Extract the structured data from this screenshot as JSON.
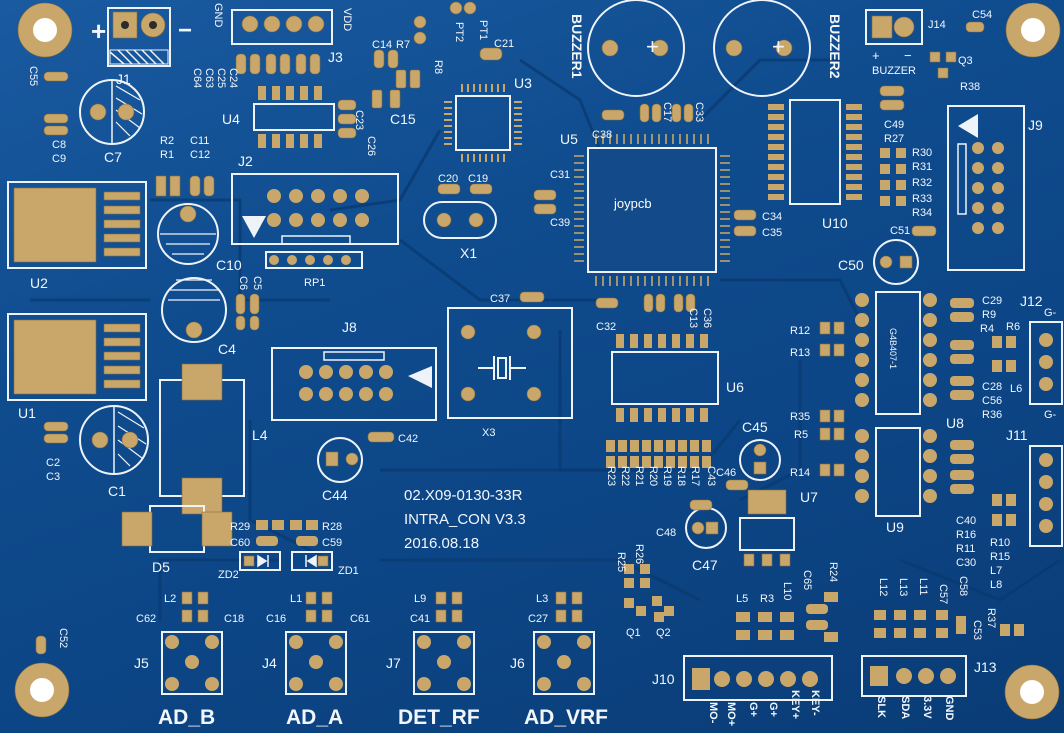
{
  "board": {
    "brand": "joypcb",
    "part_number": "02.X09-0130-33R",
    "product_name": "INTRA_CON V3.3",
    "date": "2016.08.18",
    "colors": {
      "soldermask": "#0f4c8e",
      "silkscreen": "#f2f6fb",
      "pad": "#c9a76a"
    }
  },
  "labels": {
    "J1": "J1",
    "J2": "J2",
    "J3": "J3",
    "J4": "J4",
    "J5": "J5",
    "J6": "J6",
    "J7": "J7",
    "J8": "J8",
    "J9": "J9",
    "J10": "J10",
    "J11": "J11",
    "J12": "J12",
    "J13": "J13",
    "J14": "J14",
    "U1": "U1",
    "U2": "U2",
    "U3": "U3",
    "U4": "U4",
    "U5": "U5",
    "U6": "U6",
    "U7": "U7",
    "U8": "U8",
    "U9": "U9",
    "U10": "U10",
    "C1": "C1",
    "C4": "C4",
    "C7": "C7",
    "C10": "C10",
    "C15": "C15",
    "C44": "C44",
    "C45": "C45",
    "C47": "C47",
    "C50": "C50",
    "X1": "X1",
    "X3": "X3",
    "L4": "L4",
    "D5": "D5",
    "RP1": "RP1",
    "ZD1": "ZD1",
    "ZD2": "ZD2",
    "Q1": "Q1",
    "Q2": "Q2",
    "Q3": "Q3",
    "BUZZER1": "BUZZER1",
    "BUZZER2": "BUZZER2",
    "BUZZER": "BUZZER",
    "GND": "GND",
    "VDD": "VDD",
    "PT1": "PT1",
    "PT2": "PT2"
  },
  "small_labels": {
    "C2_C3": [
      "C2",
      "C3"
    ],
    "C8_C9": [
      "C8",
      "C9"
    ],
    "C55": "C55",
    "C52": "C52",
    "R2_R1": [
      "R2",
      "R1"
    ],
    "C11_C12": [
      "C11",
      "C12"
    ],
    "C5_C6": [
      "C5",
      "C6"
    ],
    "C14": "C14",
    "R7": "R7",
    "R8": "R8",
    "C21": "C21",
    "C23_C26": [
      "C23",
      "C26"
    ],
    "C20": "C20",
    "C19": "C19",
    "C31": "C31",
    "C39": "C39",
    "C38": "C38",
    "C17": "C17",
    "C33": "C33",
    "C34": "C34",
    "C35": "C35",
    "C37": "C37",
    "C32": "C32",
    "C13": "C13",
    "C36": "C36",
    "C42": "C42",
    "C49": "C49",
    "R27": "R27",
    "R30_R34": [
      "R30",
      "R31",
      "R32",
      "R33",
      "R34"
    ],
    "C51": "C51",
    "C54": "C54",
    "R38": "R38",
    "R12": "R12",
    "R13": "R13",
    "R35": "R35",
    "R5": "R5",
    "R14": "R14",
    "C29": "C29",
    "R9": "R9",
    "R4": "R4",
    "R6": "R6",
    "C28": "C28",
    "L6": "L6",
    "C56": "C56",
    "R36": "R36",
    "C40": "C40",
    "R16": "R16",
    "R11": "R11",
    "C30": "C30",
    "R10": "R10",
    "R15": "R15",
    "L7": "L7",
    "L8": "L8",
    "R22_R17": [
      "R23",
      "R22",
      "R21",
      "R20",
      "R19",
      "R18",
      "R17"
    ],
    "C43": "C43",
    "C46": "C46",
    "C48": "C48",
    "R25": "R25",
    "R26": "R26",
    "R29": "R29",
    "R28": "R28",
    "C60": "C60",
    "C59": "C59",
    "L2": "L2",
    "C62": "C62",
    "C18": "C18",
    "L1": "L1",
    "C16": "C16",
    "C61": "C61",
    "L9": "L9",
    "C41": "C41",
    "L3": "L3",
    "C27": "C27",
    "L5": "L5",
    "R3": "R3",
    "L10": "L10",
    "C65": "C65",
    "R24": "R24",
    "L12": "L12",
    "L13": "L13",
    "L11": "L11",
    "C57": "C57",
    "C58": "C58",
    "R37": "R37",
    "C53": "C53",
    "C63_C64": [
      "C64",
      "C63",
      "C25",
      "C24"
    ],
    "G_minus": "G-"
  },
  "connector_names": {
    "J5": "AD_B",
    "J4": "AD_A",
    "J7": "DET_RF",
    "J6": "AD_VRF"
  },
  "pin_labels": {
    "J10": [
      "MO-",
      "MO+",
      "G+",
      "G+",
      "KEY+",
      "KEY-"
    ],
    "J13": [
      "SLK",
      "SDA",
      "3.3V",
      "GND"
    ]
  },
  "chip_markings": {
    "U8": "G4B407-1"
  },
  "polarity_marks": {
    "plus": "+",
    "minus": "−"
  },
  "icons": [
    "mounting-hole-icon",
    "triangle-marker-icon",
    "zener-diode-icon",
    "crystal-icon"
  ]
}
